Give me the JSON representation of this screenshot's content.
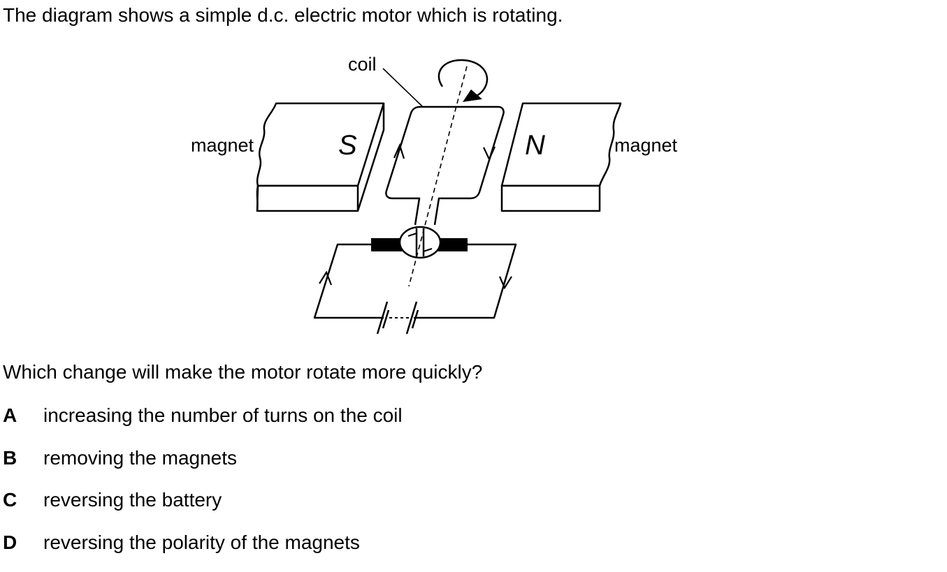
{
  "intro_text": "The diagram shows a simple d.c. electric motor which is rotating.",
  "diagram": {
    "coil_label": "coil",
    "left_magnet_label": "magnet",
    "right_magnet_label": "magnet",
    "left_pole": "S",
    "right_pole": "N"
  },
  "question": "Which change will make the motor rotate more quickly?",
  "options": [
    {
      "letter": "A",
      "text": "increasing the number of turns on the coil"
    },
    {
      "letter": "B",
      "text": "removing the magnets"
    },
    {
      "letter": "C",
      "text": "reversing the battery"
    },
    {
      "letter": "D",
      "text": "reversing the polarity of the magnets"
    }
  ]
}
